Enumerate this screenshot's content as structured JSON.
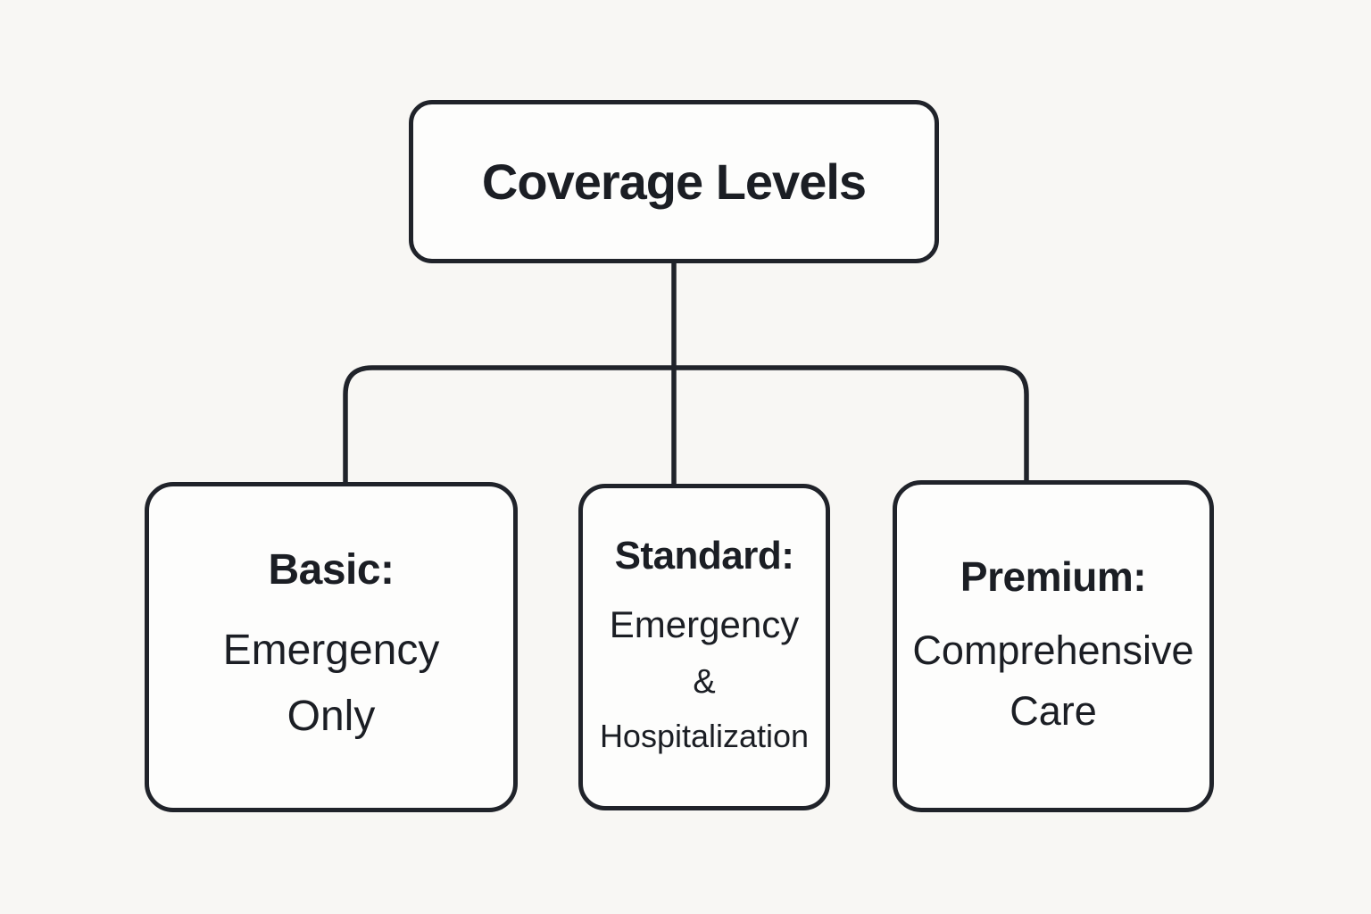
{
  "diagram": {
    "root": {
      "label": "Coverage Levels"
    },
    "children": [
      {
        "title": "Basic:",
        "line1": "Emergency",
        "line2": "Only"
      },
      {
        "title": "Standard:",
        "line1": "Emergency",
        "line2": "&",
        "line3": "Hospitalization"
      },
      {
        "title": "Premium:",
        "line1": "Comprehensive",
        "line2": "Care"
      }
    ],
    "colors": {
      "background": "#f8f7f4",
      "node_fill": "#fdfdfc",
      "line": "#20232a",
      "text": "#1b1e24"
    }
  }
}
